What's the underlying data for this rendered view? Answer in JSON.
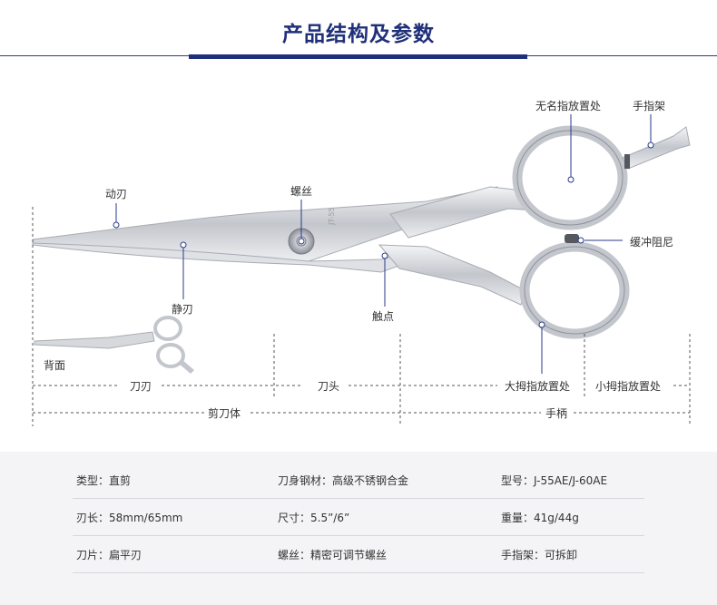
{
  "header": {
    "title": "产品结构及参数"
  },
  "labels": {
    "ring_finger_rest": "无名指放置处",
    "finger_rest": "手指架",
    "moving_blade": "动刃",
    "screw": "螺丝",
    "damper": "缓冲阻尼",
    "still_blade": "静刃",
    "contact_point": "触点",
    "back_view": "背面",
    "blade_edge": "刀刃",
    "blade_tip": "刀头",
    "thumb_rest": "大拇指放置处",
    "little_thumb_rest": "小拇指放置处",
    "scissor_body": "剪刀体",
    "handle": "手柄"
  },
  "engraving": "JT-55",
  "specs": {
    "rows": [
      [
        "类型：直剪",
        "刀身钢材：高级不锈钢合金",
        "型号：J-55AE/J-60AE"
      ],
      [
        "刃长：58mm/65mm",
        "尺寸：5.5”/6”",
        "重量：41g/44g"
      ],
      [
        "刀片：扁平刃",
        "螺丝：精密可调节螺丝",
        "手指架：可拆卸"
      ]
    ]
  },
  "colors": {
    "accent": "#1f2f7a",
    "steel": "#c9ccd2",
    "spec_bg": "#f4f4f6"
  }
}
